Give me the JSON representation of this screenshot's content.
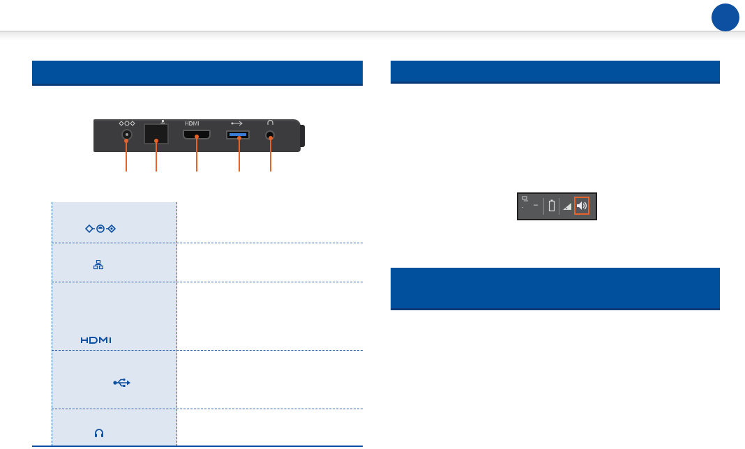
{
  "page": {
    "accent": "#00509d",
    "badge_color": "#0d4fa0",
    "callout_color": "#e8632a"
  },
  "device_panel": {
    "port_labels": [
      "dc-in",
      "lan",
      "HDMI",
      "usb",
      "headphone"
    ]
  },
  "port_table": {
    "rows": [
      {
        "icon": "dc-power-icon",
        "glyph": "◇◐◈"
      },
      {
        "icon": "lan-icon",
        "glyph": "品"
      },
      {
        "icon": "hdmi-icon",
        "glyph": "HDMI"
      },
      {
        "icon": "usb-icon",
        "glyph": "•⟵"
      },
      {
        "icon": "headphone-icon",
        "glyph": "∩"
      }
    ]
  },
  "tray": {
    "icons": [
      "network-icon",
      "battery-icon",
      "signal-icon",
      "speaker-icon"
    ]
  }
}
